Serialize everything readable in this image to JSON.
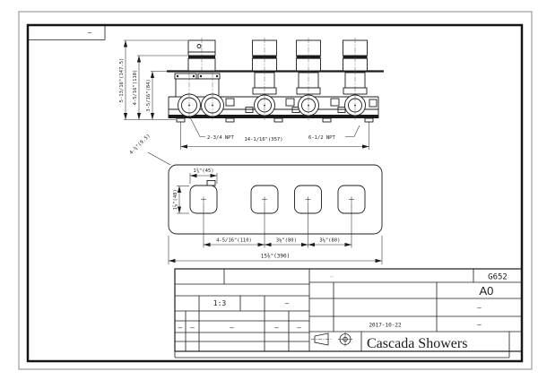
{
  "margin": {
    "mark": "–"
  },
  "elevation": {
    "dims": {
      "total_height": "5-13/16\"(147.5)",
      "upper_height": "4-5/16\"(110)",
      "lower_height": "3-5/16\"(84)",
      "mounting_holes": "4-⅜\"(9.5)",
      "inlet_note": "2-3/4 NPT",
      "hole_span": "14-1/16\"(357)",
      "outlet_note": "6-1/2 NPT"
    }
  },
  "plan": {
    "dims": {
      "cutout_width": "1¾\"(45)",
      "cutout_height": "1⅞\"(48)",
      "pitch_a": "4-5/16\"(110)",
      "pitch_b": "3⅛\"(80)",
      "pitch_c": "3⅛\"(80)",
      "overall_width": "15⅜\"(390)"
    }
  },
  "title_block": {
    "scale": "1:3",
    "dash": "–",
    "faint_mark": "–",
    "drawing_no": "G652",
    "paper_size": "A0",
    "date": "2017-10-22",
    "company": "Cascada Showers"
  }
}
